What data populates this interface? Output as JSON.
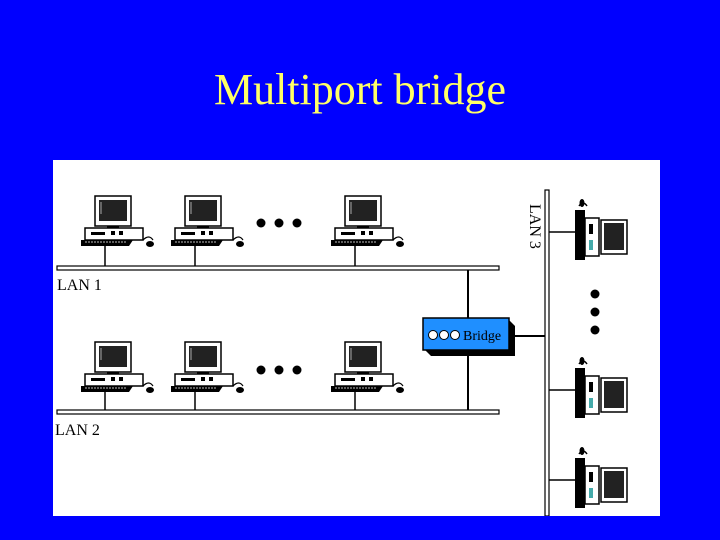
{
  "slide": {
    "title": "Multiport bridge",
    "background_color": "#0000ff",
    "title_color": "#ffff66"
  },
  "diagram": {
    "lan1_label": "LAN 1",
    "lan2_label": "LAN 2",
    "lan3_label": "LAN 3",
    "bridge_label": "Bridge",
    "bridge_color": "#1f8fff",
    "icons": [
      "computer-icon",
      "desktop-computer-icon",
      "ellipsis-icon",
      "bridge-icon"
    ]
  }
}
